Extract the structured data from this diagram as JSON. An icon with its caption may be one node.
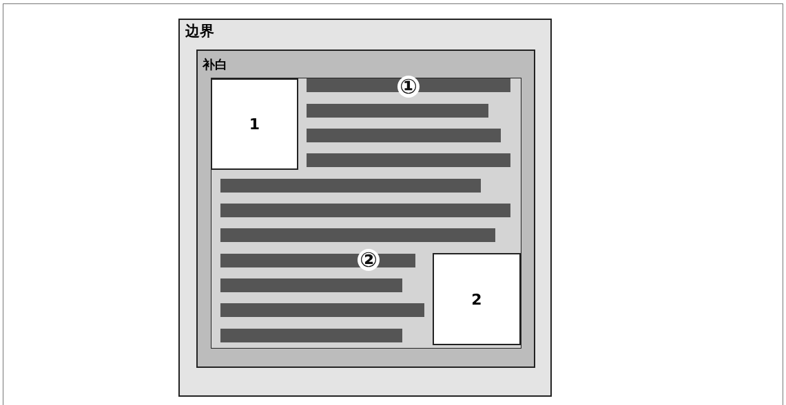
{
  "diagram": {
    "nodes": [
      {
        "text": [
          "边界"
        ]
      },
      {
        "text": [
          "补白"
        ],
        "in": 0
      },
      {
        "text": [],
        "shape": "box",
        "in": 1
      },
      {
        "text": [
          "1"
        ],
        "in": 2
      },
      {
        "text": [
          "2"
        ],
        "in": 2
      }
    ],
    "labels": [
      "①",
      "②"
    ]
  }
}
